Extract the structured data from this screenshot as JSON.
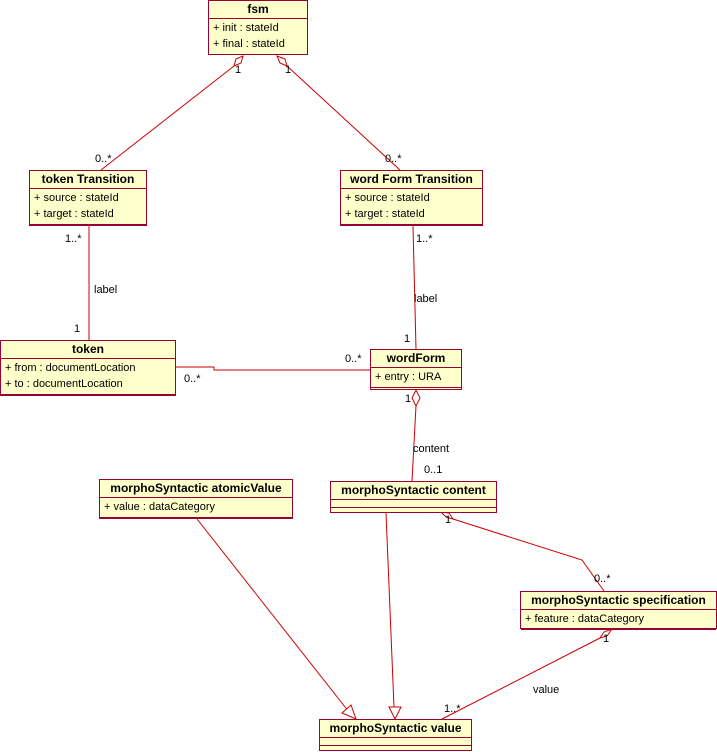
{
  "colors": {
    "stroke": "#cc0000",
    "border": "#990033",
    "fill": "#ffffcc"
  },
  "classes": {
    "fsm": {
      "name": "fsm",
      "attrs": [
        "+ init : stateId",
        "+ final : stateId"
      ]
    },
    "token_transition": {
      "name": "token Transition",
      "attrs": [
        "+ source : stateId",
        "+ target : stateId"
      ]
    },
    "wordform_transition": {
      "name": "word Form Transition",
      "attrs": [
        "+ source : stateId",
        "+ target : stateId"
      ]
    },
    "token": {
      "name": "token",
      "attrs": [
        "+ from : documentLocation",
        "+ to : documentLocation"
      ]
    },
    "wordform": {
      "name": "wordForm",
      "attrs": [
        "+ entry : URA"
      ]
    },
    "ms_atomic": {
      "name": "morphoSyntactic atomicValue",
      "attrs": [
        "+ value : dataCategory"
      ]
    },
    "ms_content": {
      "name": "morphoSyntactic content",
      "attrs": []
    },
    "ms_spec": {
      "name": "morphoSyntactic specification",
      "attrs": [
        "+ feature : dataCategory"
      ]
    },
    "ms_value": {
      "name": "morphoSyntactic value",
      "attrs": []
    }
  },
  "labels": {
    "fsm_tt_src": "1",
    "fsm_tt_tgt": "0..*",
    "fsm_wt_src": "1",
    "fsm_wt_tgt": "0..*",
    "tt_mult": "1..*",
    "tt_label": "label",
    "tt_token_mult": "1",
    "wt_mult": "1..*",
    "wt_label": "label",
    "wt_wf_mult": "1",
    "token_wf_left": "0..*",
    "token_wf_right": "0..*",
    "wf_content_src": "1",
    "wf_content_role": "content",
    "wf_content_tgt": "0..1",
    "content_spec_src": "1",
    "content_spec_tgt": "0..*",
    "spec_value_src": "1",
    "spec_value_role": "value",
    "spec_value_tgt": "1..*"
  }
}
